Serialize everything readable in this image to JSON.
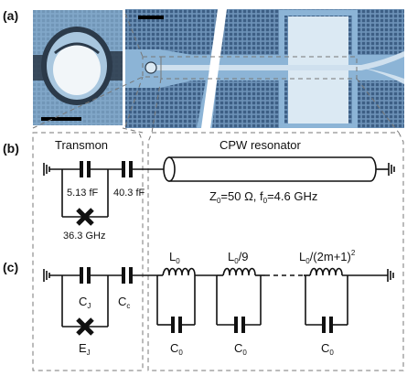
{
  "panels": {
    "a": "(a)",
    "b": "(b)",
    "c": "(c)"
  },
  "panel_b": {
    "transmon_title": "Transmon",
    "cpw_title": "CPW resonator",
    "shunt_cap": "5.13 fF",
    "coupling_cap": "40.3 fF",
    "josephson_freq": "36.3 GHz",
    "z_label": "Z",
    "z_sub": "0",
    "z_value": "=50 Ω, f",
    "f_sub": "0",
    "f_value": "=4.6 GHz"
  },
  "panel_c": {
    "cj": "C",
    "cj_sub": "J",
    "cc": "C",
    "cc_sub": "c",
    "ej": "E",
    "ej_sub": "J",
    "l1": "L",
    "l1_sub": "0",
    "l2": "L",
    "l2_sub": "0",
    "l2_suffix": "/9",
    "l3": "L",
    "l3_sub": "0",
    "l3_suffix": "/(2m+1)",
    "l3_sup": "2",
    "c1": "C",
    "c1_sub": "0",
    "c2": "C",
    "c2_sub": "0",
    "c3": "C",
    "c3_sub": "0"
  },
  "colors": {
    "micrograph_blue": "#8cb4d6",
    "grid_blue": "#5a82a8",
    "metal_light": "#dbe9f3",
    "dark_ring": "#2b3a4a"
  }
}
